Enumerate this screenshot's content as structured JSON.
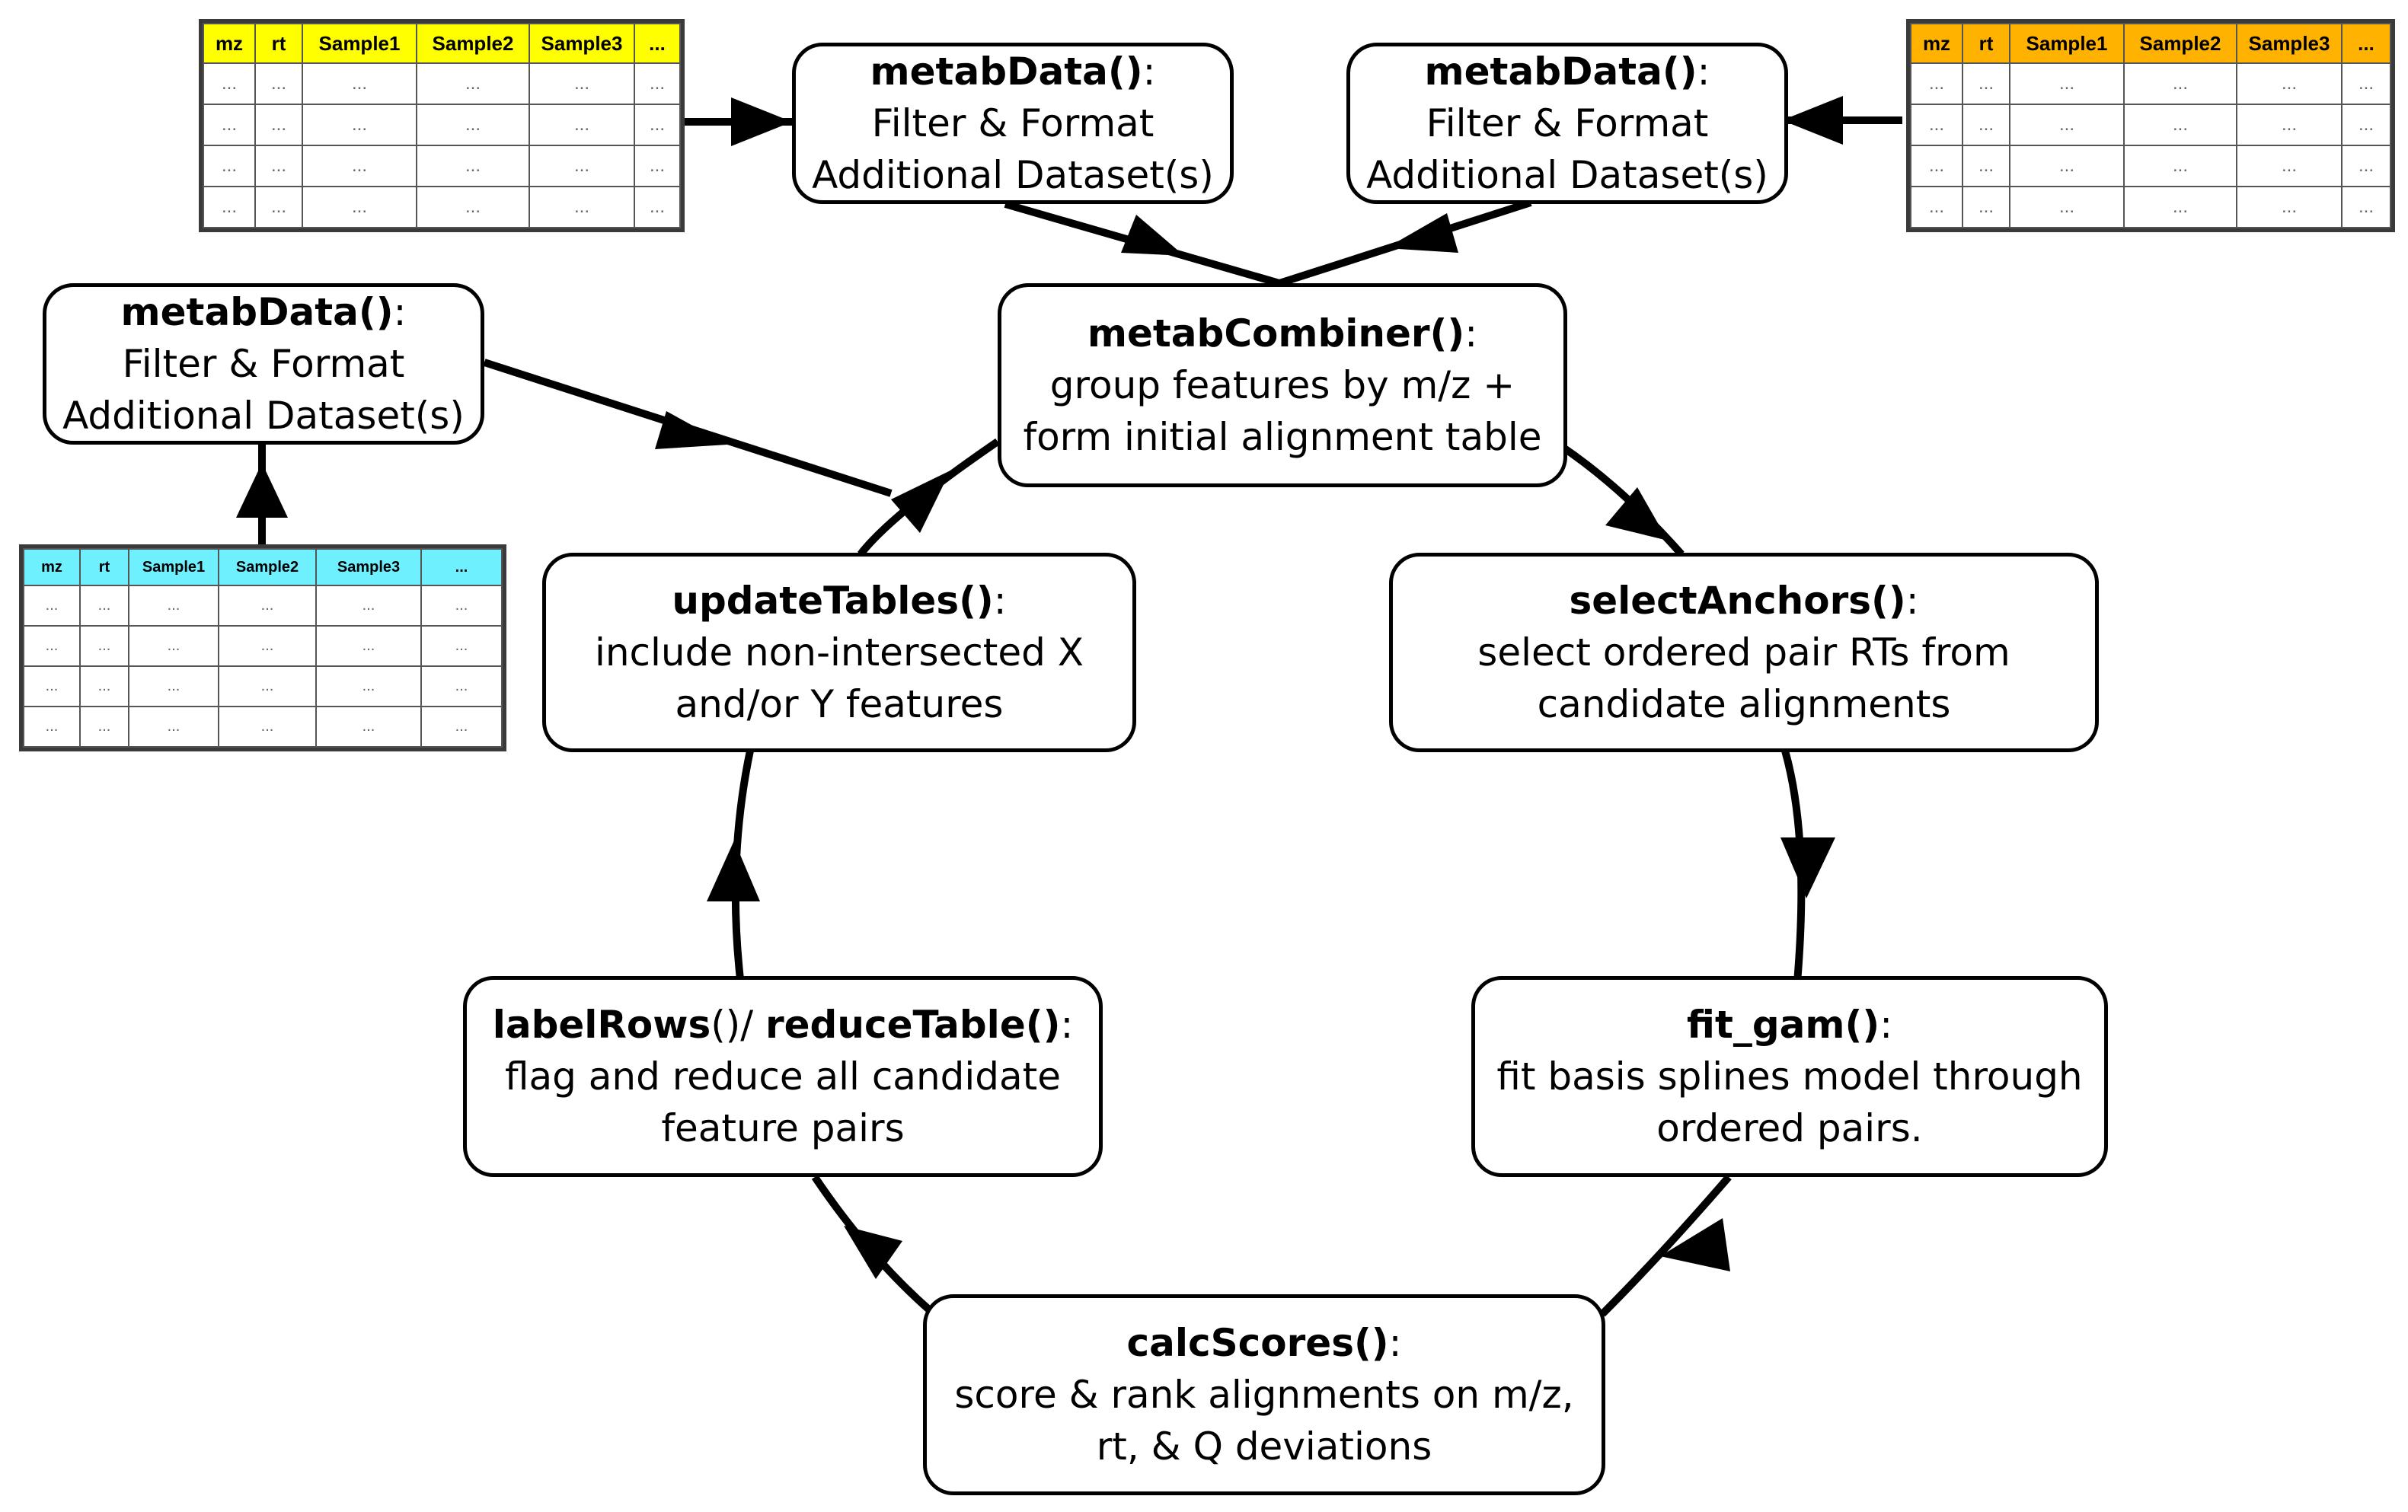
{
  "tables": {
    "top_left": {
      "color": "#ffff00",
      "columns": [
        "mz",
        "rt",
        "Sample1",
        "Sample2",
        "Sample3",
        "..."
      ],
      "cell": "...",
      "rows": 4
    },
    "top_right": {
      "color": "#ffb300",
      "columns": [
        "mz",
        "rt",
        "Sample1",
        "Sample2",
        "Sample3",
        "..."
      ],
      "cell": "...",
      "rows": 4
    },
    "left": {
      "color": "#6ff0ff",
      "columns": [
        "mz",
        "rt",
        "Sample1",
        "Sample2",
        "Sample3",
        "..."
      ],
      "cell": "...",
      "rows": 4
    }
  },
  "nodes": {
    "metab_data_top_left": {
      "title": "metabData()",
      "colon": ":",
      "lines": [
        "Filter & Format",
        "Additional Dataset(s)"
      ]
    },
    "metab_data_top_right": {
      "title": "metabData()",
      "colon": ":",
      "lines": [
        "Filter & Format",
        "Additional Dataset(s)"
      ]
    },
    "metab_data_left": {
      "title": "metabData()",
      "colon": ":",
      "lines": [
        "Filter & Format",
        "Additional Dataset(s)"
      ]
    },
    "metab_combiner": {
      "title": "metabCombiner()",
      "colon": ":",
      "lines": [
        "group features by m/z +",
        "form initial alignment table"
      ]
    },
    "update_tables": {
      "title": "updateTables()",
      "colon": ":",
      "lines": [
        "include non-intersected X",
        "and/or Y features"
      ]
    },
    "select_anchors": {
      "title": "selectAnchors()",
      "colon": ":",
      "lines": [
        "select ordered pair RTs from",
        "candidate alignments"
      ]
    },
    "label_rows": {
      "title_a": "labelRows",
      "mid": "()/ ",
      "title_b": "reduceTable()",
      "colon": ":",
      "lines": [
        "flag and reduce all candidate",
        "feature pairs"
      ]
    },
    "fit_gam": {
      "title": "fit_gam()",
      "colon": ":",
      "lines": [
        "fit basis splines model through",
        "ordered pairs."
      ]
    },
    "calc_scores": {
      "title": "calcScores()",
      "colon": ":",
      "lines": [
        "score & rank alignments on m/z,",
        "rt, & Q deviations"
      ]
    }
  }
}
